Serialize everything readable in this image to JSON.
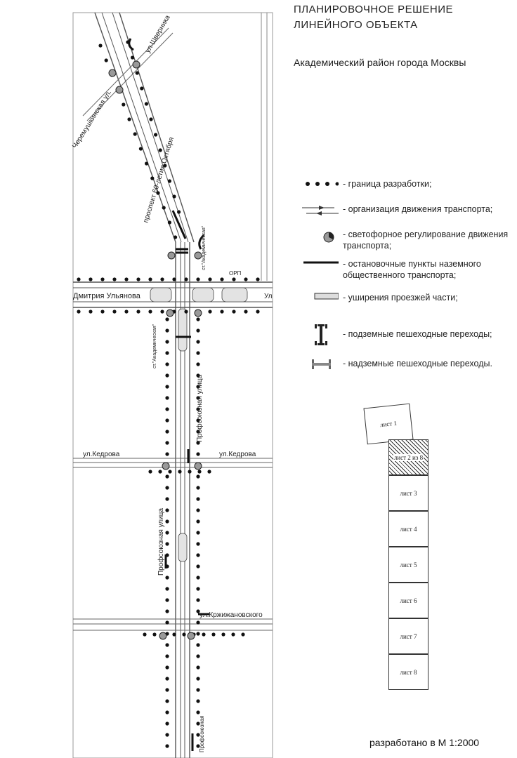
{
  "header": {
    "title_line1": "ПЛАНИРОВОЧНОЕ РЕШЕНИЕ",
    "title_line2": "ЛИНЕЙНОГО ОБЪЕКТА",
    "subtitle": "Академический район города Москвы"
  },
  "legend": {
    "items": [
      {
        "icon": "dots-boundary-icon",
        "label": "- граница разработки;"
      },
      {
        "icon": "traffic-arrows-icon",
        "label": "- организация движения транспорта;"
      },
      {
        "icon": "traffic-light-icon",
        "label": "- светофорное регулирование движения транспорта;"
      },
      {
        "icon": "bus-stop-bar-icon",
        "label": "- остановочные пункты наземного общественного транспорта;"
      },
      {
        "icon": "road-widening-icon",
        "label": "- уширения проезжей части;"
      },
      {
        "icon": "underground-crossing-icon",
        "label": "- подземные пешеходные переходы;"
      },
      {
        "icon": "overground-crossing-icon",
        "label": "- надземные пешеходные переходы."
      }
    ]
  },
  "sheets": {
    "sheet1": "лист 1",
    "sheet2": "лист 2 из 8",
    "sheet3": "лист 3",
    "sheet4": "лист 4",
    "sheet5": "лист 5",
    "sheet6": "лист 6",
    "sheet7": "лист 7",
    "sheet8": "лист 8"
  },
  "map": {
    "street_shvernika": "ул.Шверника",
    "street_cheremushkinskaya": "Черемушкинская ул.",
    "street_60let": "проспект 60-летия Октября",
    "street_dmitriya_ulyanova": "Дмитрия Ульянова",
    "street_ul_cut": "Ул",
    "street_kedrova_left": "ул.Кедрова",
    "street_kedrova_right": "ул.Кедрова",
    "street_profsoyuznaya_upper": "Профсоюзная улица",
    "street_profsoyuznaya_lower": "Профсоюзная улица",
    "street_krzhizhanovskogo": "ул.Кржижановского",
    "street_profsoyuznaya_bottom": "Профсоюзная",
    "stop_akademicheskaya_1": "ст.\"Академическая\"",
    "stop_akademicheskaya_2": "ст.\"Академическая\"",
    "orp_label": "ОРП"
  },
  "footer": {
    "scale": "разработано в М 1:2000"
  }
}
